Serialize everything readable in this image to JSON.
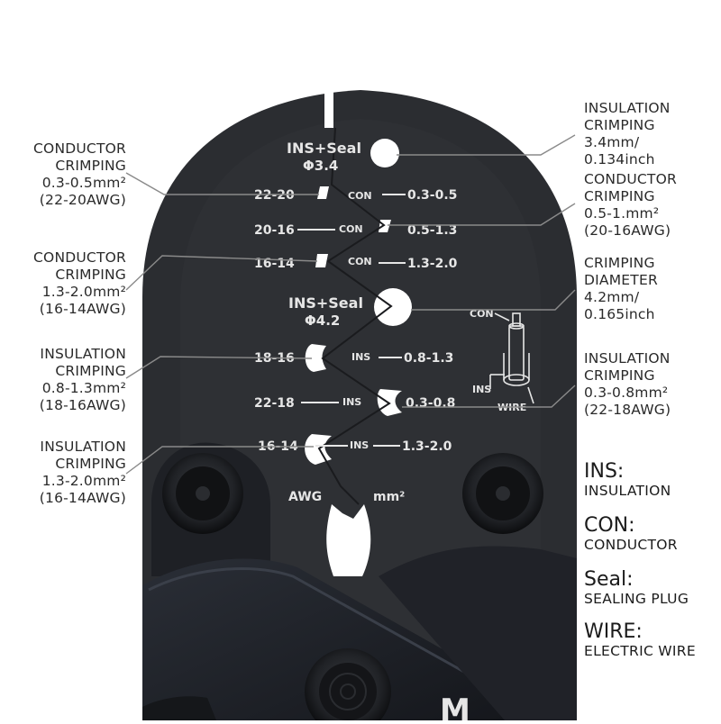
{
  "die_labels": {
    "ins_seal_top": "INS+Seal",
    "phi_top": "Φ3.4",
    "row1_awg": "22-20",
    "row1_type": "CON",
    "row1_mm": "0.3-0.5",
    "row2_awg": "20-16",
    "row2_type": "CON",
    "row2_mm": "0.5-1.3",
    "row3_awg": "16-14",
    "row3_type": "CON",
    "row3_mm": "1.3-2.0",
    "ins_seal_mid": "INS+Seal",
    "phi_mid": "Φ4.2",
    "row4_awg": "18-16",
    "row4_type": "INS",
    "row4_mm": "0.8-1.3",
    "row5_awg": "22-18",
    "row5_type": "INS",
    "row5_mm": "0.3-0.8",
    "row6_awg": "16-14",
    "row6_type": "INS",
    "row6_mm": "1.3-2.0",
    "footer_awg": "AWG",
    "footer_mm": "mm²",
    "diagram_con": "CON",
    "diagram_ins": "INS",
    "diagram_wire": "WIRE",
    "logo_fragment": "M"
  },
  "callouts_left": [
    {
      "lines": [
        "CONDUCTOR",
        "CRIMPING",
        "0.3-0.5mm²",
        "(22-20AWG)"
      ]
    },
    {
      "lines": [
        "CONDUCTOR",
        "CRIMPING",
        "1.3-2.0mm²",
        "(16-14AWG)"
      ]
    },
    {
      "lines": [
        "INSULATION",
        "CRIMPING",
        "0.8-1.3mm²",
        "(18-16AWG)"
      ]
    },
    {
      "lines": [
        "INSULATION",
        "CRIMPING",
        "1.3-2.0mm²",
        "(16-14AWG)"
      ]
    }
  ],
  "callouts_right": [
    {
      "lines": [
        "INSULATION",
        "CRIMPING",
        "3.4mm/",
        "0.134inch"
      ]
    },
    {
      "lines": [
        "CONDUCTOR",
        "CRIMPING",
        "0.5-1.mm²",
        "(20-16AWG)"
      ]
    },
    {
      "lines": [
        "CRIMPING",
        "DIAMETER",
        "4.2mm/",
        "0.165inch"
      ]
    },
    {
      "lines": [
        "INSULATION",
        "CRIMPING",
        "0.3-0.8mm²",
        "(22-18AWG)"
      ]
    }
  ],
  "legend": [
    {
      "abbr": "INS:",
      "full": "INSULATION"
    },
    {
      "abbr": "CON:",
      "full": "CONDUCTOR"
    },
    {
      "abbr": "Seal:",
      "full": "SEALING PLUG"
    },
    {
      "abbr": "WIRE:",
      "full": "ELECTRIC WIRE"
    }
  ],
  "colors": {
    "background": "#ffffff",
    "tool_body": "#2a2c30",
    "tool_handle": "#1d2026",
    "die_text": "#e6e6e6",
    "callout_text": "#2a2a2a",
    "leader_line": "#8a8a8a"
  }
}
